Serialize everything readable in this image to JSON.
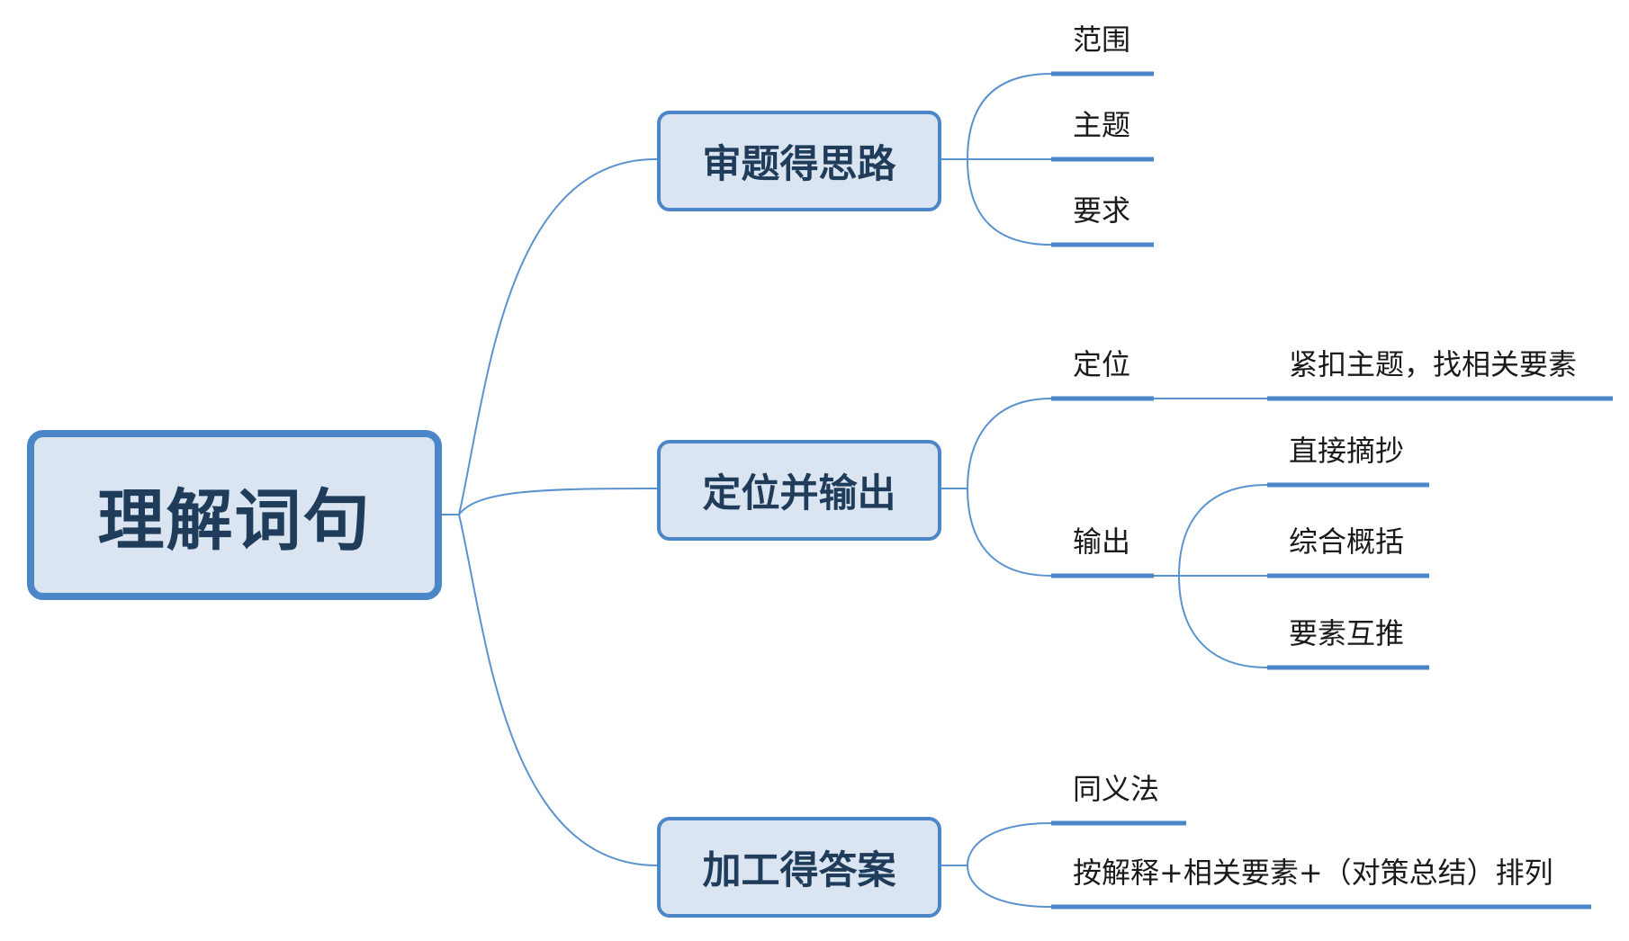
{
  "root": {
    "label": "理解词句"
  },
  "branches": [
    {
      "label": "审题得思路",
      "children": [
        "范围",
        "主题",
        "要求"
      ]
    },
    {
      "label": "定位并输出",
      "children": [
        {
          "label": "定位",
          "children": [
            "紧扣主题，找相关要素"
          ]
        },
        {
          "label": "输出",
          "children": [
            "直接摘抄",
            "综合概括",
            "要素互推"
          ]
        }
      ]
    },
    {
      "label": "加工得答案",
      "children": [
        "同义法",
        "按解释+相关要素+（对策总结）排列"
      ]
    }
  ],
  "colors": {
    "line": "#4a86c8",
    "box_fill": "#dbe5f1",
    "box_text": "#1f3c5a"
  }
}
